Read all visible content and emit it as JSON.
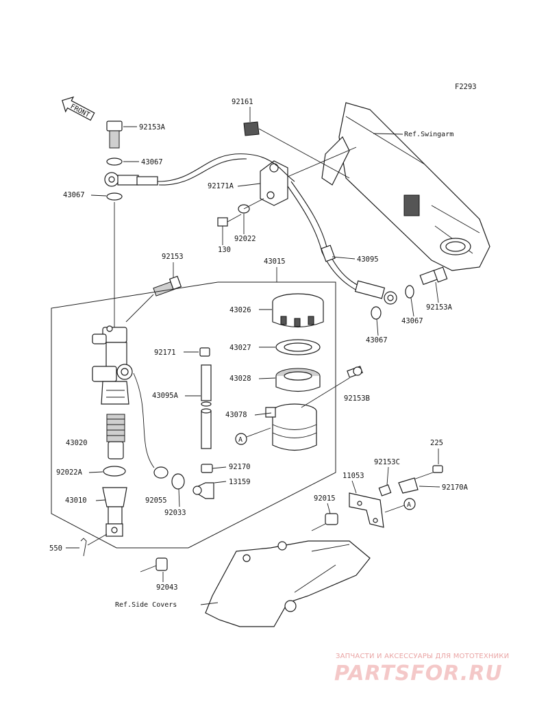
{
  "figure_id": "F2293",
  "front_label": "FRONT",
  "refs": {
    "swingarm": "Ref.Swingarm",
    "side_covers": "Ref.Side Covers"
  },
  "parts": {
    "p92153A_top": "92153A",
    "p43067_top": "43067",
    "p43067_left": "43067",
    "p92161": "92161",
    "p92171A": "92171A",
    "p130": "130",
    "p92022": "92022",
    "p92153": "92153",
    "p43015": "43015",
    "p43095": "43095",
    "p92153A_right": "92153A",
    "p43067_right": "43067",
    "p43067_right2": "43067",
    "p43026": "43026",
    "p92171": "92171",
    "p43027": "43027",
    "p43028": "43028",
    "p43095A": "43095A",
    "p92153B": "92153B",
    "p43078": "43078",
    "p43020": "43020",
    "p92170": "92170",
    "p92022A": "92022A",
    "p13159": "13159",
    "p43010": "43010",
    "p92055": "92055",
    "p92033": "92033",
    "p550": "550",
    "p225": "225",
    "p92153C": "92153C",
    "p11053": "11053",
    "p92170A": "92170A",
    "p92015": "92015",
    "p92043": "92043"
  },
  "callout_a": "A",
  "watermark": {
    "text": "ЗАПЧАСТИ И АКСЕССУАРЫ ДЛЯ МОТОТЕХНИКИ",
    "logo": "PARTSFOR.RU"
  }
}
